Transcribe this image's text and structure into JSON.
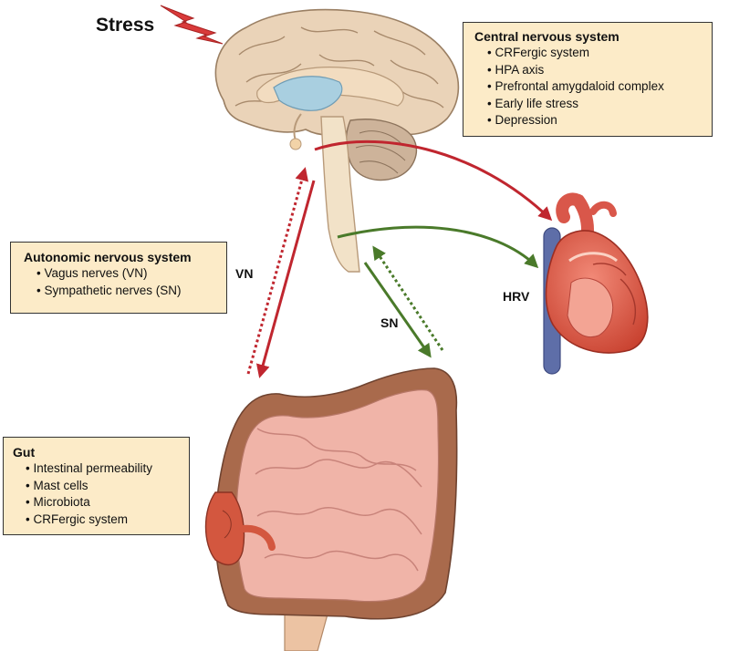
{
  "stress_label": "Stress",
  "cns": {
    "title": "Central nervous system",
    "items": [
      "CRFergic system",
      "HPA axis",
      "Prefrontal amygdaloid complex",
      "Early life stress",
      "Depression"
    ]
  },
  "ans": {
    "title": "Autonomic nervous system",
    "items": [
      "Vagus nerves (VN)",
      "Sympathetic nerves (SN)"
    ]
  },
  "gut": {
    "title": "Gut",
    "items": [
      "Intestinal permeability",
      "Mast cells",
      "Microbiota",
      "CRFergic system"
    ]
  },
  "arrow_labels": {
    "vn": "VN",
    "sn": "SN",
    "hrv": "HRV"
  },
  "colors": {
    "box_fill": "#fcebc8",
    "red_arrow": "#c0262f",
    "green_arrow": "#4a7a2a",
    "brain": "#ead3b8",
    "colon": "#a96a4c",
    "small_intestine": "#f0b4a8",
    "heart": "#df5d4c",
    "vein": "#5e6ea8"
  }
}
